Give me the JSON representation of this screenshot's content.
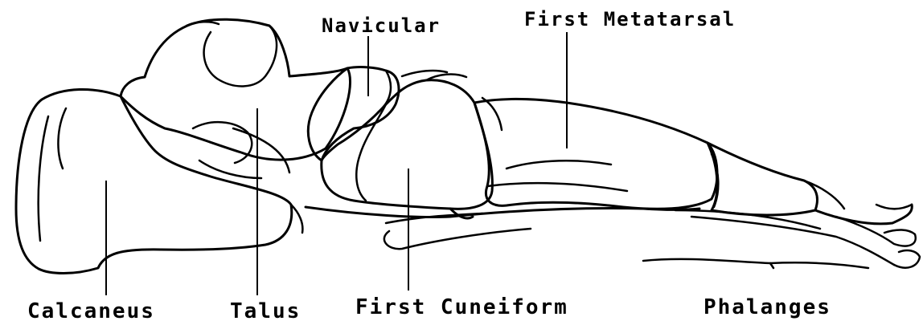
{
  "labels": {
    "navicular": "Navicular",
    "first_metatarsal": "First Metatarsal",
    "calcaneus": "Calcaneus",
    "talus": "Talus",
    "first_cuneiform": "First Cuneiform",
    "phalanges": "Phalanges"
  }
}
